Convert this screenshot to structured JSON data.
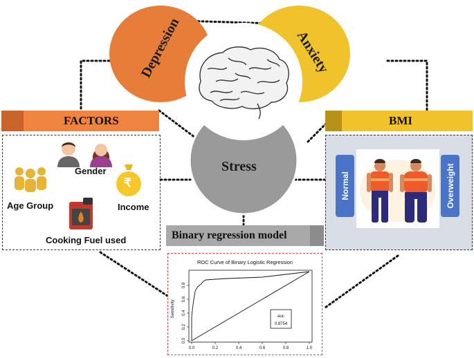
{
  "center": {
    "depression": "Depression",
    "anxiety": "Anxiety",
    "stress": "Stress"
  },
  "factors": {
    "header": "FACTORS",
    "items": [
      "Age Group",
      "Gender",
      "Income",
      "Cooking Fuel used"
    ],
    "currency_symbol": "₹"
  },
  "bmi": {
    "header": "BMI",
    "normal": "Normal",
    "overweight": "Overweight"
  },
  "model": {
    "label": "Binary regression model"
  },
  "roc": {
    "title": "ROC Curve of Binary Logistic Regression",
    "ylabel": "Sensitivity",
    "legend_title": "auc",
    "legend_value": "0.8754"
  },
  "chart_data": {
    "type": "line",
    "title": "ROC Curve of Binary Logistic Regression",
    "xlabel": "",
    "ylabel": "Sensitivity",
    "xlim": [
      0,
      1
    ],
    "ylim": [
      0,
      1
    ],
    "x_ticks": [
      "0.0",
      "0.2",
      "0.4",
      "0.6",
      "0.8",
      "1.0"
    ],
    "y_ticks": [
      "0.0",
      "0.2",
      "0.4",
      "0.6",
      "0.8"
    ],
    "series": [
      {
        "x": [
          0,
          0,
          0.01,
          0.02,
          0.03,
          0.05,
          0.08,
          0.1,
          0.12,
          0.2,
          0.3,
          0.45,
          0.6,
          0.75,
          0.8,
          0.9,
          1.0
        ],
        "y": [
          0,
          0.35,
          0.5,
          0.62,
          0.72,
          0.78,
          0.82,
          0.86,
          0.88,
          0.89,
          0.9,
          0.91,
          0.92,
          0.95,
          0.96,
          0.98,
          1.0
        ]
      },
      {
        "x": [
          0,
          1
        ],
        "y": [
          0,
          1
        ]
      }
    ],
    "annotations": [
      "auc",
      "0.8754"
    ],
    "colors": {
      "curve": "#000000",
      "diagonal": "#000000"
    }
  },
  "colors": {
    "depression": "#e67e3a",
    "anxiety": "#f0c22b",
    "stress": "#9a9a9a",
    "factors_header": "#ee843f",
    "bmi_header": "#f0c22b",
    "model_bar": "#a8a8a8",
    "roc_border": "#e0403a",
    "label_box": "#4a74c9"
  }
}
